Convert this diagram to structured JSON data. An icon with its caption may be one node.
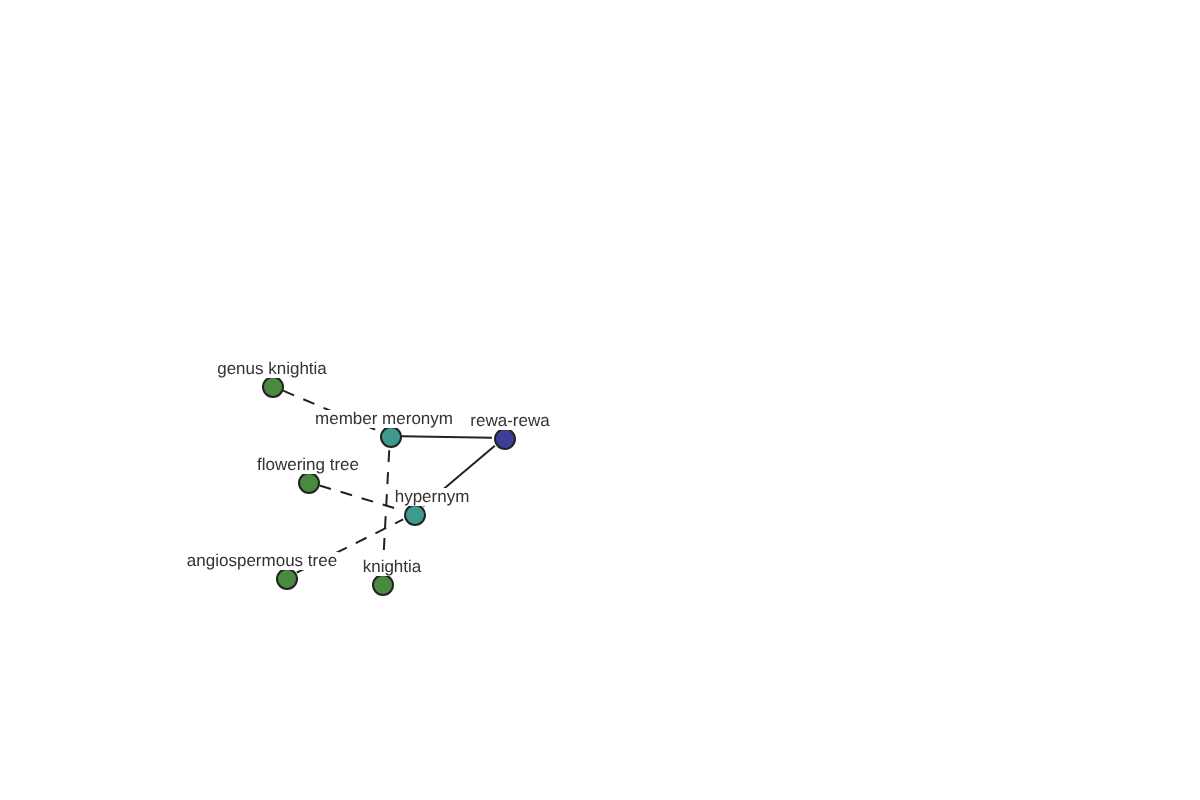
{
  "diagram": {
    "nodes": [
      {
        "text": [
          "genus knightia"
        ]
      },
      {
        "text": [
          "member meronym"
        ]
      },
      {
        "text": [
          "rewa-rewa"
        ]
      },
      {
        "text": [
          "flowering tree"
        ]
      },
      {
        "text": [
          "hypernym"
        ]
      },
      {
        "text": [
          "angiospermous tree"
        ]
      },
      {
        "text": [
          "knightia"
        ]
      }
    ],
    "edges": [
      {
        "from": 1,
        "to": 2,
        "arrow": "none"
      },
      {
        "from": 4,
        "to": 2,
        "arrow": "none"
      },
      {
        "from": 0,
        "to": 1,
        "arrow": "none",
        "style": "dashed"
      },
      {
        "from": 6,
        "to": 1,
        "arrow": "none",
        "style": "dashed"
      },
      {
        "from": 3,
        "to": 4,
        "arrow": "none",
        "style": "dashed"
      },
      {
        "from": 5,
        "to": 4,
        "arrow": "none",
        "style": "dashed"
      }
    ]
  }
}
